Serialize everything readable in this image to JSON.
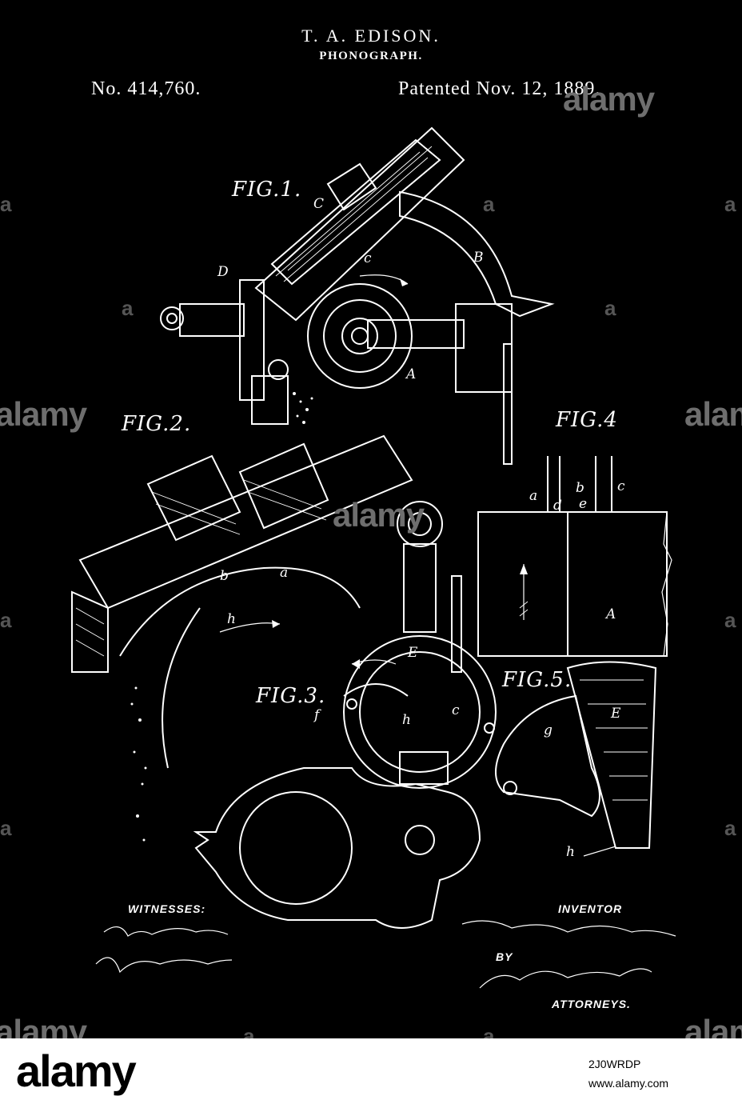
{
  "header": {
    "inventor_name": "T. A. EDISON.",
    "title": "PHONOGRAPH.",
    "patent_number": "No. 414,760.",
    "patent_date": "Patented Nov. 12, 1889."
  },
  "figures": [
    {
      "label": "FIG.1."
    },
    {
      "label": "FIG.2."
    },
    {
      "label": "FIG.3."
    },
    {
      "label": "FIG.4"
    },
    {
      "label": "FIG.5."
    }
  ],
  "part_labels": {
    "fig1_C": "C",
    "fig1_D": "D",
    "fig1_c": "c",
    "fig1_B": "B",
    "fig1_A": "A",
    "fig2_a": "a",
    "fig2_b": "b",
    "fig2_h": "h",
    "fig3_E": "E",
    "fig3_f": "f",
    "fig3_h": "h",
    "fig3_c": "c",
    "fig4_a": "a",
    "fig4_d": "d",
    "fig4_b": "b",
    "fig4_e": "e",
    "fig4_c": "c",
    "fig4_A": "A",
    "fig5_E": "E",
    "fig5_g": "g",
    "fig5_h": "h"
  },
  "signatures": {
    "witnesses_heading": "WITNESSES:",
    "inventor_heading": "INVENTOR",
    "by_label": "BY",
    "attorneys_heading": "ATTORNEYS."
  },
  "watermark": {
    "text": "alamy",
    "image_id": "2J0WRDP",
    "url": "www.alamy.com"
  },
  "colors": {
    "background": "#000000",
    "drawing": "#ffffff",
    "footer": "#ffffff"
  }
}
